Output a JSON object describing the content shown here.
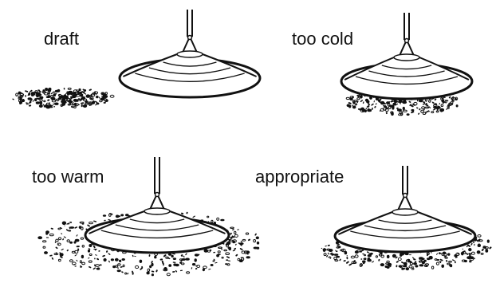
{
  "panels": [
    {
      "label": "draft"
    },
    {
      "label": "too cold"
    },
    {
      "label": "too warm"
    },
    {
      "label": "appropriate"
    }
  ],
  "colors": {
    "ink": "#111111",
    "paper": "#ffffff"
  },
  "icons": [
    "heater-hood-icon",
    "pipe-icon",
    "dust-debris-icon"
  ]
}
